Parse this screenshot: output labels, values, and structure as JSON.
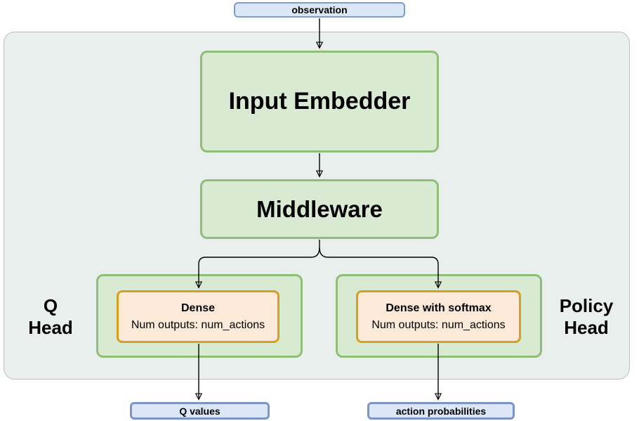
{
  "diagram": {
    "type": "flowchart",
    "nodes": {
      "observation": {
        "label": "observation"
      },
      "input_embedder": {
        "label": "Input Embedder"
      },
      "middleware": {
        "label": "Middleware"
      },
      "q_head_label": {
        "line1": "Q",
        "line2": "Head"
      },
      "policy_head_label": {
        "line1": "Policy",
        "line2": "Head"
      },
      "dense": {
        "title": "Dense",
        "subtitle": "Num outputs: num_actions"
      },
      "dense_softmax": {
        "title": "Dense with softmax",
        "subtitle": "Num outputs: num_actions"
      },
      "q_values": {
        "label": "Q values"
      },
      "action_probabilities": {
        "label": "action probabilities"
      }
    },
    "edges": [
      {
        "from": "observation",
        "to": "input_embedder"
      },
      {
        "from": "input_embedder",
        "to": "middleware"
      },
      {
        "from": "middleware",
        "to": "dense"
      },
      {
        "from": "middleware",
        "to": "dense_softmax"
      },
      {
        "from": "dense",
        "to": "q_values"
      },
      {
        "from": "dense_softmax",
        "to": "action_probabilities"
      }
    ],
    "colors": {
      "green_fill": "#d9ead3",
      "green_border": "#90bd77",
      "orange_fill": "#fce9d8",
      "orange_border": "#d5a021",
      "blue_fill": "#dbe7f6",
      "blue_border": "#7d9cd0",
      "blue_border_strong": "#7c95c1",
      "container_fill": "#e9efec",
      "container_border": "#b9c0bd",
      "arrow": "#000000",
      "text": "#000000"
    }
  }
}
